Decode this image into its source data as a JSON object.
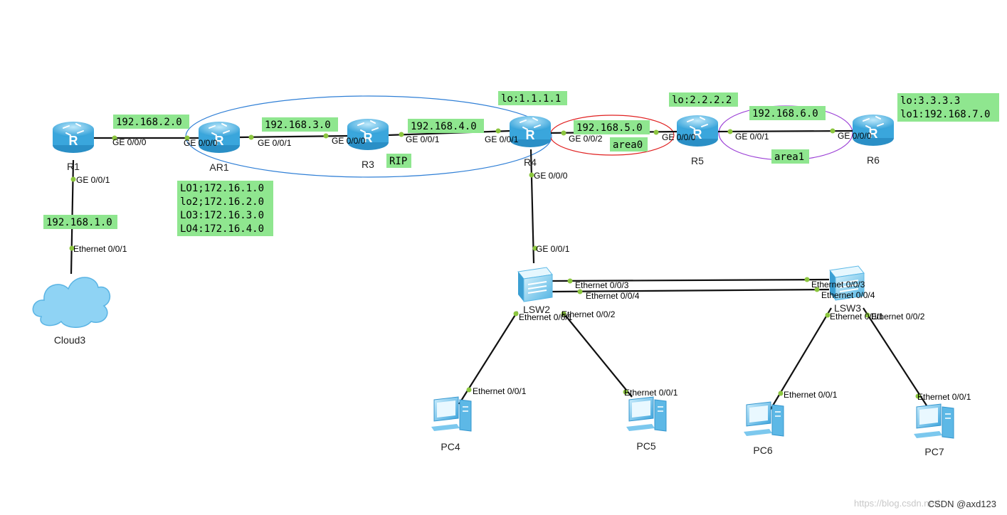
{
  "devices": {
    "r1": "R1",
    "ar1": "AR1",
    "r3": "R3",
    "r4": "R4",
    "r5": "R5",
    "r6": "R6",
    "cloud3": "Cloud3",
    "lsw2": "LSW2",
    "lsw3": "LSW3",
    "pc4": "PC4",
    "pc5": "PC5",
    "pc6": "PC6",
    "pc7": "PC7"
  },
  "ports": {
    "r1_ge000": "GE 0/0/0",
    "r1_ge001": "GE 0/0/1",
    "cloud_eth001": "Ethernet 0/0/1",
    "ar1_ge000": "GE 0/0/0",
    "ar1_ge001": "GE 0/0/1",
    "r3_ge000": "GE 0/0/0",
    "r3_ge001": "GE 0/0/1",
    "r4_ge001": "GE 0/0/1",
    "r4_ge002": "GE 0/0/2",
    "r4_ge000": "GE 0/0/0",
    "r5_ge000": "GE 0/0/0",
    "r5_ge001": "GE 0/0/1",
    "r6_ge000": "GE 0/0/0",
    "lsw2_ge001": "GE 0/0/1",
    "lsw2_eth003": "Ethernet 0/0/3",
    "lsw2_eth004": "Ethernet 0/0/4",
    "lsw2_eth001": "Ethernet 0/0/1",
    "lsw2_eth002": "Ethernet 0/0/2",
    "lsw3_eth003": "Ethernet 0/0/3",
    "lsw3_eth004": "Ethernet 0/0/4",
    "lsw3_eth001": "Ethernet 0/0/1",
    "lsw3_eth002": "Ethernet 0/0/2",
    "pc4_eth": "Ethernet 0/0/1",
    "pc5_eth": "Ethernet 0/0/1",
    "pc6_eth": "Ethernet 0/0/1",
    "pc7_eth": "Ethernet 0/0/1"
  },
  "notes": {
    "net_1": "192.168.1.0",
    "net_2": "192.168.2.0",
    "net_3": "192.168.3.0",
    "net_4": "192.168.4.0",
    "net_5": "192.168.5.0",
    "net_6": "192.168.6.0",
    "r4_lo": "lo:1.1.1.1",
    "r5_lo": "lo:2.2.2.2",
    "r6_lo_1": "lo:3.3.3.3",
    "r6_lo_2": "lo1:192.168.7.0",
    "ar1_lo": [
      "LO1;172.16.1.0",
      "lo2;172.16.2.0",
      "LO3:172.16.3.0",
      "LO4:172.16.4.0"
    ],
    "rip": "RIP",
    "area0": "area0",
    "area1": "area1"
  },
  "watermark": {
    "url": "https://blog.csdn.net/",
    "author": "CSDN @axd123"
  },
  "colors": {
    "tag_bg": "#8fe68f",
    "link": "#111111",
    "port_dot": "#8cc63f",
    "rip_ellipse": "#2f7fd6",
    "area0_ellipse": "#e02020",
    "area1_ellipse": "#9b3fd6",
    "router_body": "#4fb7e8",
    "cloud": "#8fd3f4"
  }
}
